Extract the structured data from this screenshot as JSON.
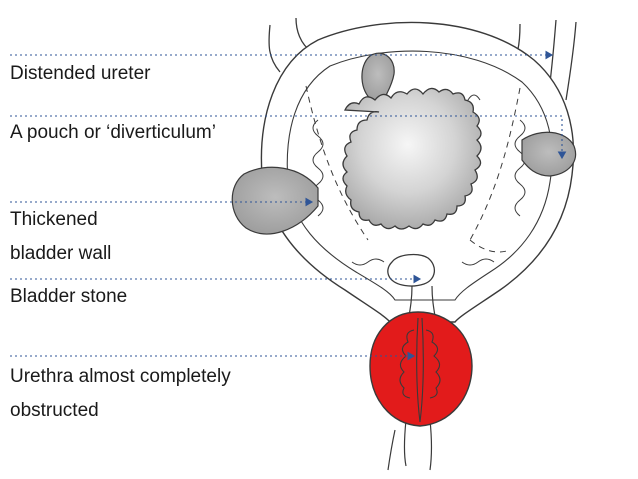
{
  "labels": {
    "distended_ureter": "Distended ureter",
    "diverticulum": "A pouch or ‘diverticulum’",
    "thickened_wall": [
      "Thickened",
      "bladder wall"
    ],
    "bladder_stone": "Bladder stone",
    "urethra": [
      "Urethra almost completely",
      "obstructed"
    ]
  },
  "colors": {
    "outline": "#3a3a3a",
    "bladder_fill": "#c8c8c8",
    "bladder_highlight": "#f4f4f4",
    "pouch_fill": "#a9a9a9",
    "prostate_fill": "#e21b1b",
    "stone_fill": "#ffffff",
    "pointer_line": "#2f5597"
  }
}
